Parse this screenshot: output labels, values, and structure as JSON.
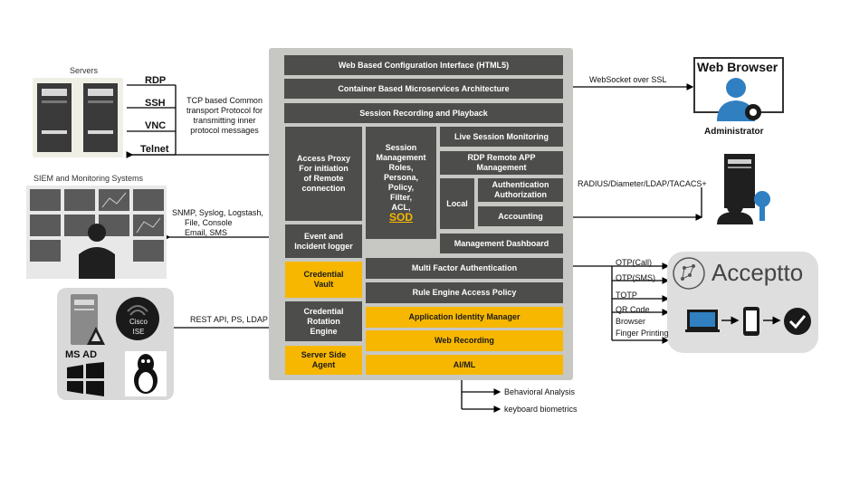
{
  "servers": {
    "title": "Servers",
    "protocols": [
      "RDP",
      "SSH",
      "VNC",
      "Telnet"
    ],
    "transport_note": [
      "TCP based Common",
      "transport Protocol for",
      "transmitting inner",
      "protocol messages"
    ]
  },
  "siem": {
    "title": "SIEM and Monitoring Systems",
    "note": [
      "SNMP, Syslog, Logstash,",
      "File, Console",
      "Email, SMS"
    ]
  },
  "directory": {
    "ms_ad": "MS AD",
    "cisco": [
      "Cisco",
      "ISE"
    ],
    "note": "REST API, PS, LDAP"
  },
  "main": {
    "rows": [
      "Web Based Configuration Interface (HTML5)",
      "Container Based Microservices Architecture",
      "Session Recording and Playback"
    ],
    "access_proxy": [
      "Access Proxy",
      "For initiation",
      "of Remote",
      "connection"
    ],
    "session_mgmt": [
      "Session",
      "Management",
      "Roles,",
      "Persona,",
      "Policy,",
      "Filter,",
      "ACL,"
    ],
    "sod": "SOD",
    "live_monitoring": "Live Session Monitoring",
    "rdp_remote": [
      "RDP Remote APP",
      "Management"
    ],
    "local": "Local",
    "auth": [
      "Authentication",
      "Authorization"
    ],
    "accounting": "Accounting",
    "event_logger": [
      "Event and",
      "Incident logger"
    ],
    "mgmt_dashboard": "Management Dashboard",
    "credential_vault": [
      "Credential",
      "Vault"
    ],
    "mfa": "Multi Factor Authentication",
    "rule_engine": "Rule Engine Access Policy",
    "cred_rotation": [
      "Credential",
      "Rotation",
      "Engine"
    ],
    "app_identity": "Application Identity Manager",
    "web_recording": "Web Recording",
    "server_agent": [
      "Server Side",
      "Agent"
    ],
    "aiml": "AI/ML"
  },
  "browser": {
    "title": "Web Browser",
    "role": "Administrator",
    "link": "WebSocket over SSL"
  },
  "radius": {
    "link": "RADIUS/Diameter/LDAP/TACACS+"
  },
  "acceptto": {
    "brand": "Acceptto",
    "methods": [
      "OTP(Call)",
      "OTP(SMS)",
      "TOTP",
      "QR Code",
      "Browser",
      "Finger Printing"
    ]
  },
  "aiml_outputs": [
    "Behavioral Analysis",
    "keyboard biometrics"
  ],
  "colors": {
    "dark_box": "#4d4d4b",
    "accent": "#f7b700",
    "panel": "#c7c7c4",
    "icon_blue": "#2f7fc1"
  }
}
